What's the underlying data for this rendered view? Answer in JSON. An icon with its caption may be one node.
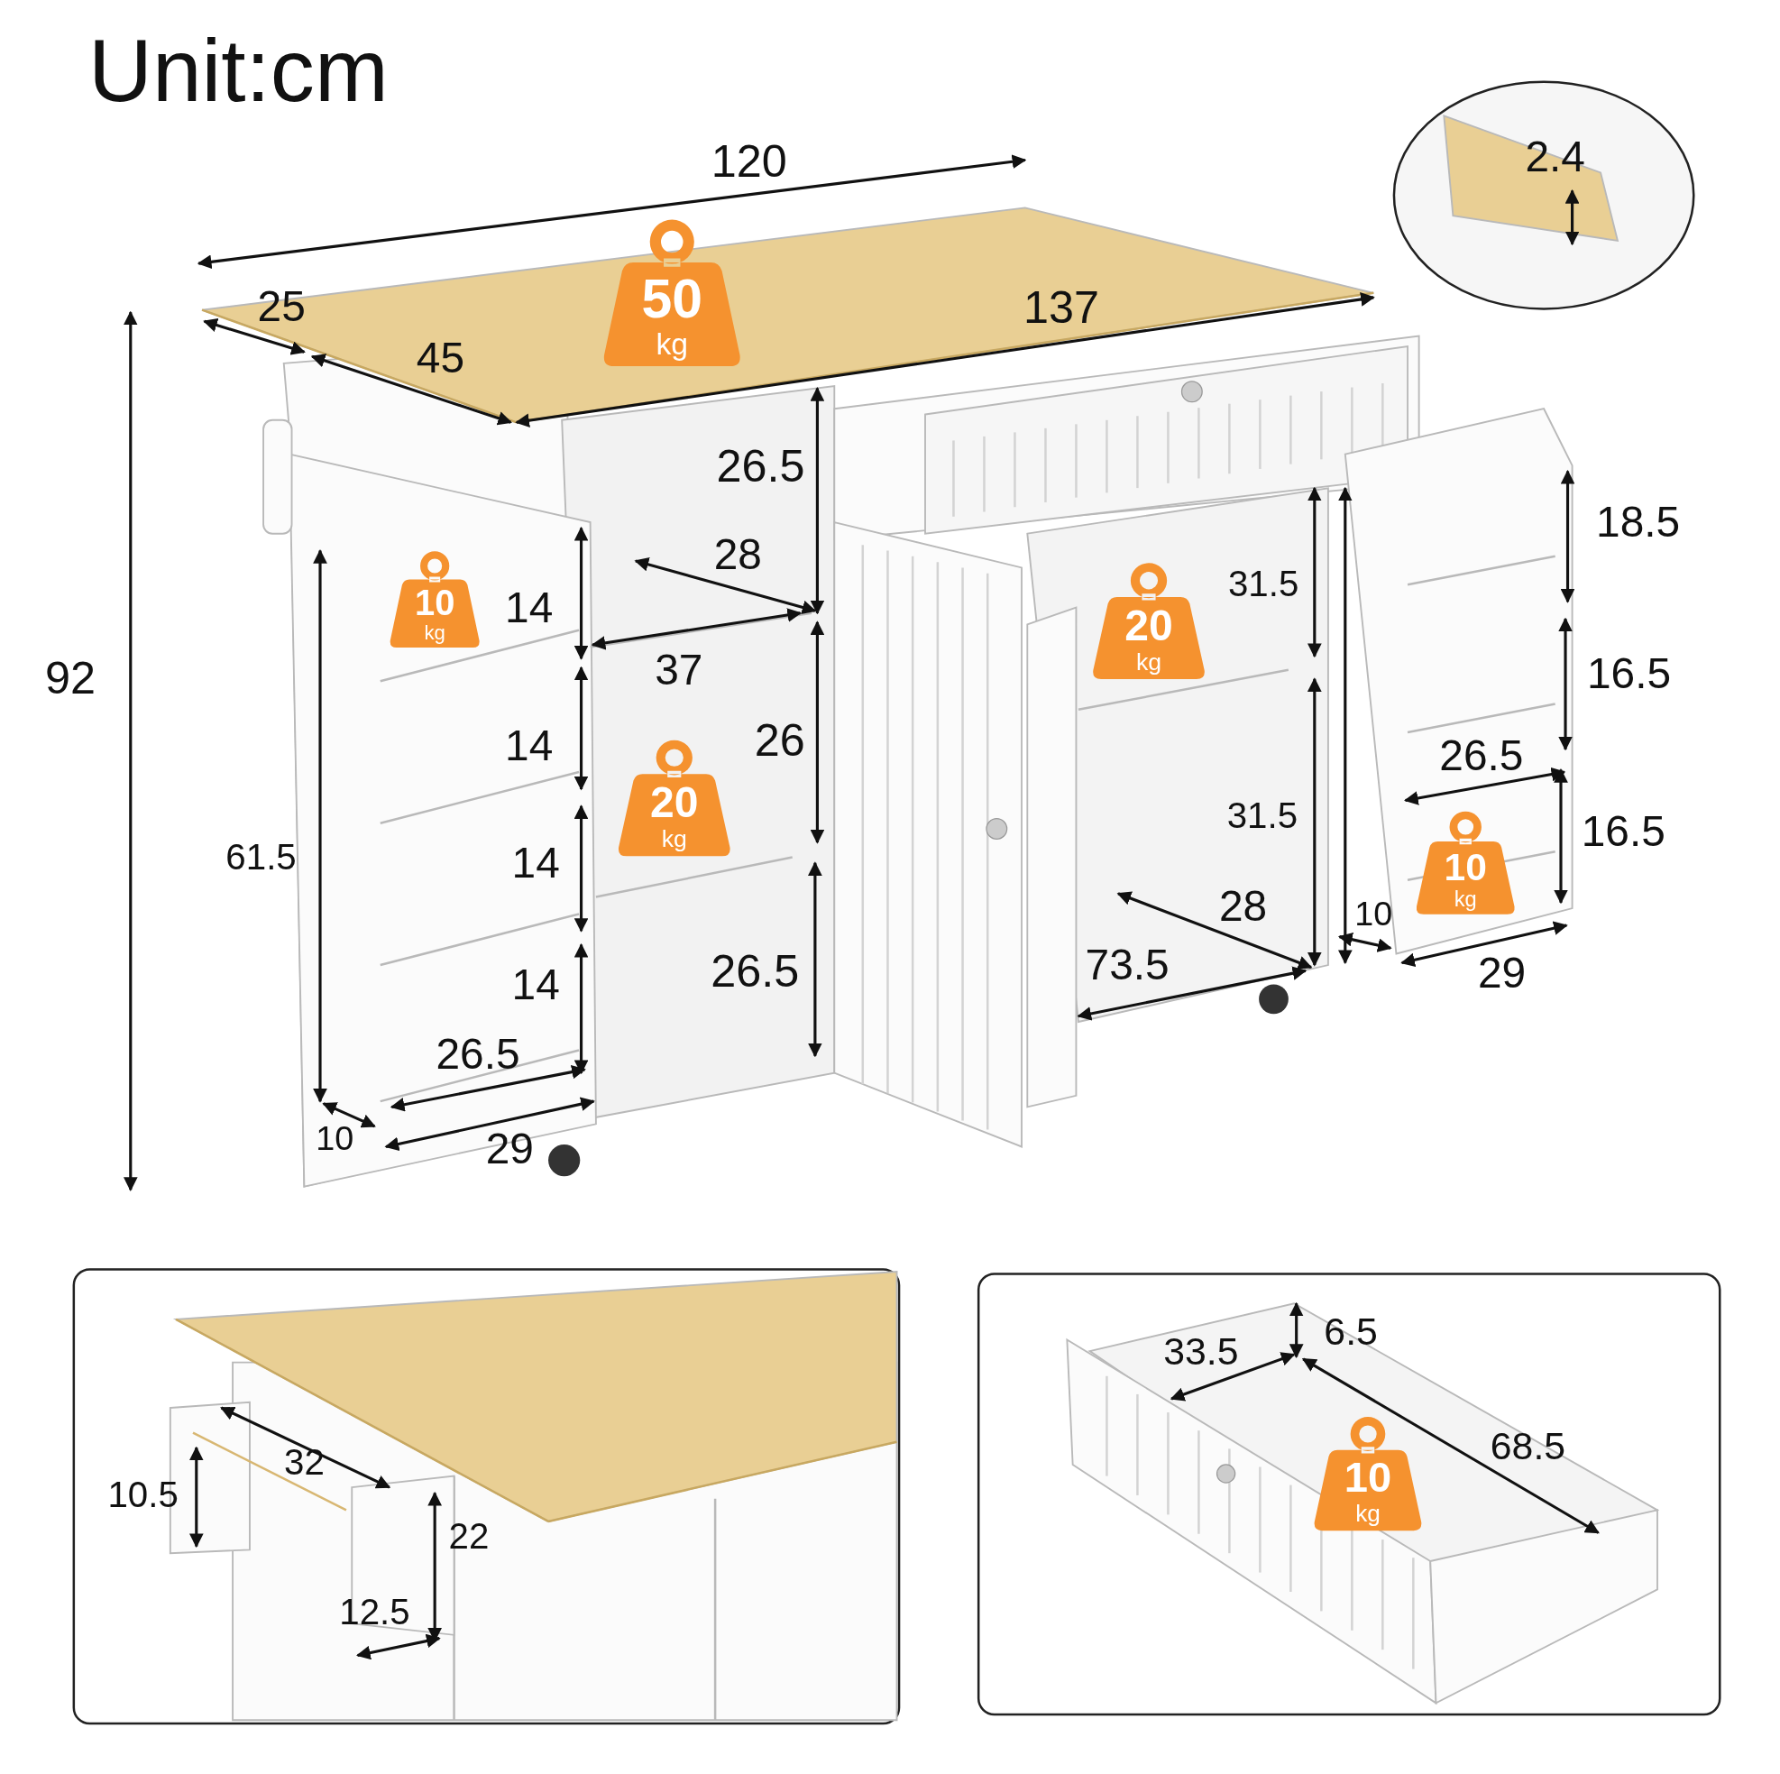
{
  "diagram": {
    "title": "Unit:cm",
    "nodes": [
      {
        "text": [
          "50",
          "kg"
        ]
      },
      {
        "text": [
          "10",
          "kg"
        ]
      },
      {
        "text": [
          "20",
          "kg"
        ]
      },
      {
        "text": [
          "20",
          "kg"
        ]
      },
      {
        "text": [
          "10",
          "kg"
        ]
      },
      {
        "text": [
          "10",
          "kg"
        ]
      }
    ],
    "labels": [
      "120",
      "2.4",
      "25",
      "137",
      "45",
      "92",
      "26.5",
      "18.5",
      "28",
      "31.5",
      "14",
      "37",
      "16.5",
      "26",
      "14",
      "26.5",
      "31.5",
      "16.5",
      "61.5",
      "14",
      "28",
      "10",
      "73.5",
      "26.5",
      "29",
      "14",
      "26.5",
      "10",
      "29",
      "33.5",
      "6.5",
      "68.5",
      "32",
      "10.5",
      "22",
      "12.5"
    ]
  }
}
